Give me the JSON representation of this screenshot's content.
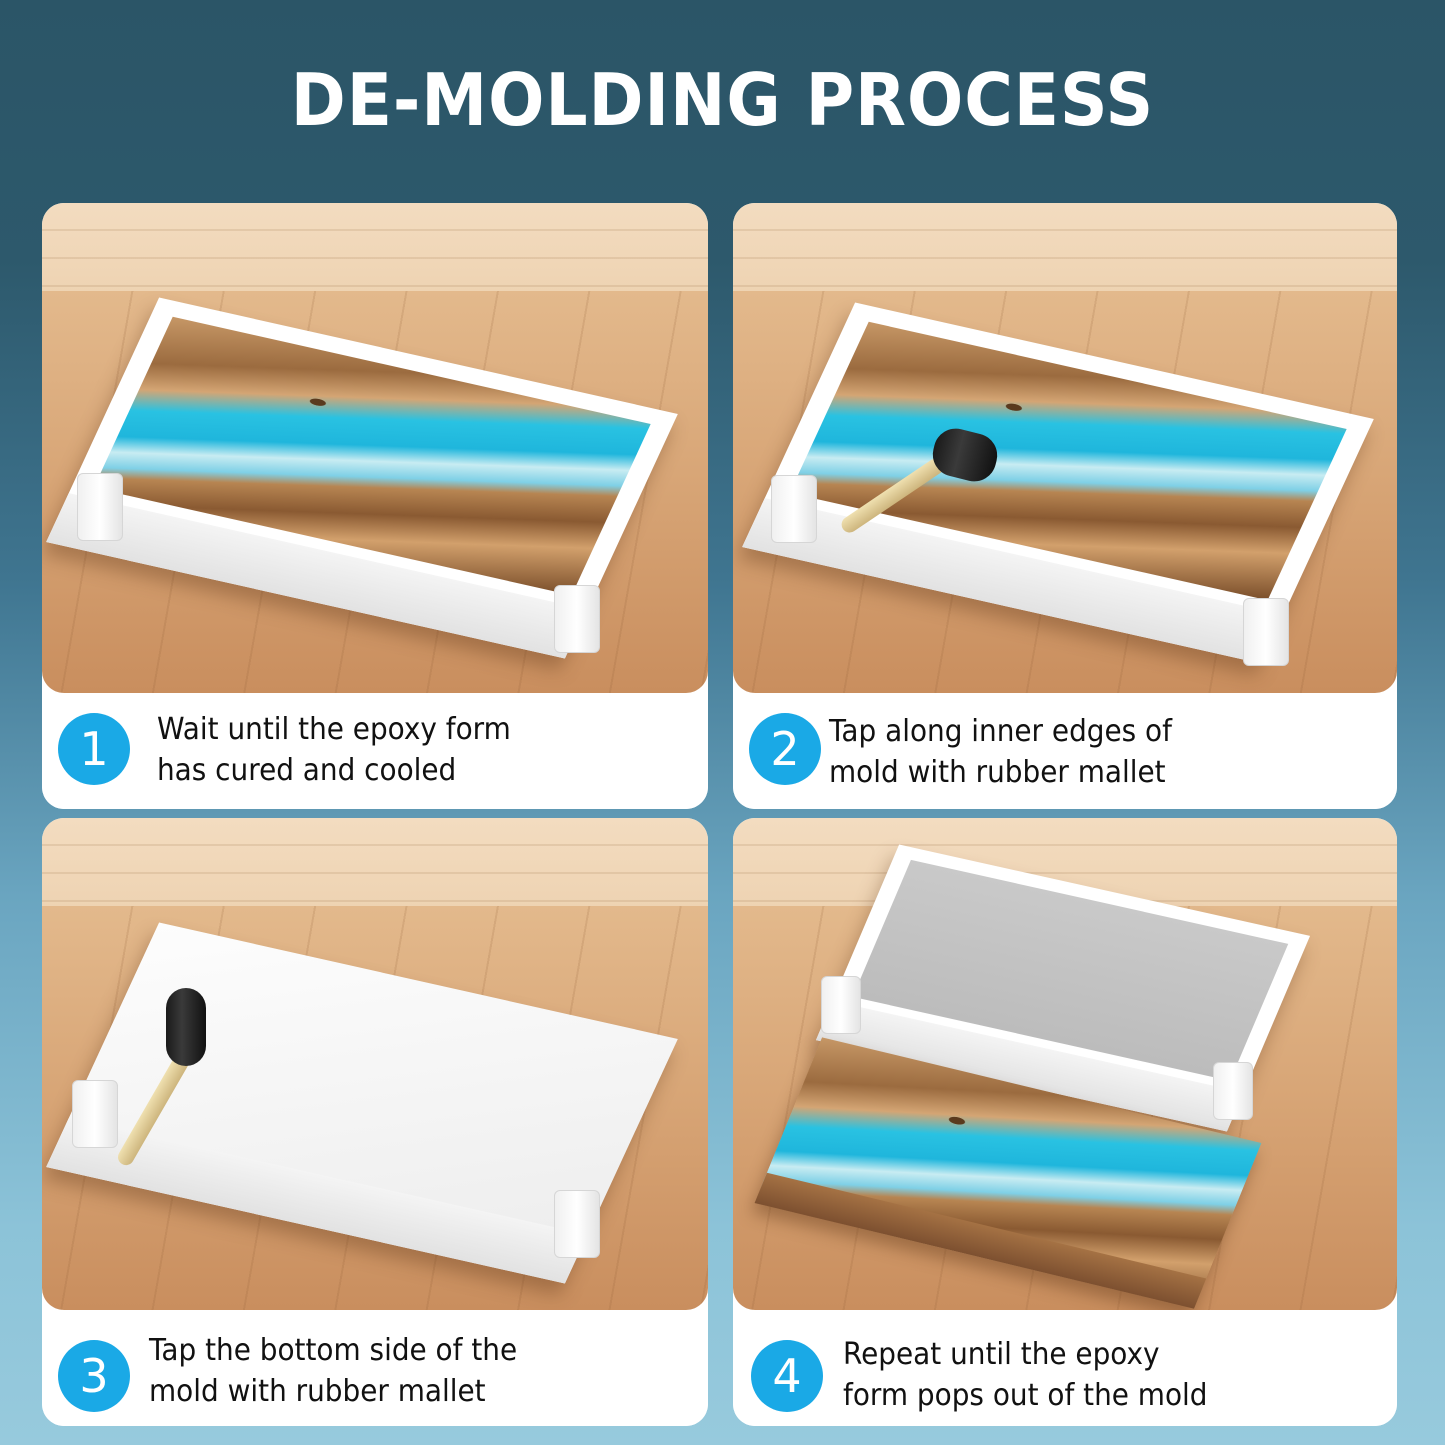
{
  "title": "DE-MOLDING PROCESS",
  "colors": {
    "background_top": "#2b5567",
    "background_bottom": "#97cadd",
    "step_badge": "#1aa9e6",
    "card": "#ffffff",
    "title_text": "#ffffff",
    "caption_text": "#111111"
  },
  "steps": [
    {
      "number": "1",
      "line1": "Wait until the epoxy form",
      "line2": "has cured and cooled",
      "image": "epoxy-river-board-in-white-mold"
    },
    {
      "number": "2",
      "line1": "Tap along inner edges of",
      "line2": "mold with rubber mallet",
      "image": "rubber-mallet-on-epoxy-in-mold"
    },
    {
      "number": "3",
      "line1": "Tap the bottom side of the",
      "line2": "mold with rubber mallet",
      "image": "rubber-mallet-on-upside-down-mold"
    },
    {
      "number": "4",
      "line1": "Repeat until the epoxy",
      "line2": "form pops out of the mold",
      "image": "released-epoxy-board-beside-empty-mold"
    }
  ]
}
